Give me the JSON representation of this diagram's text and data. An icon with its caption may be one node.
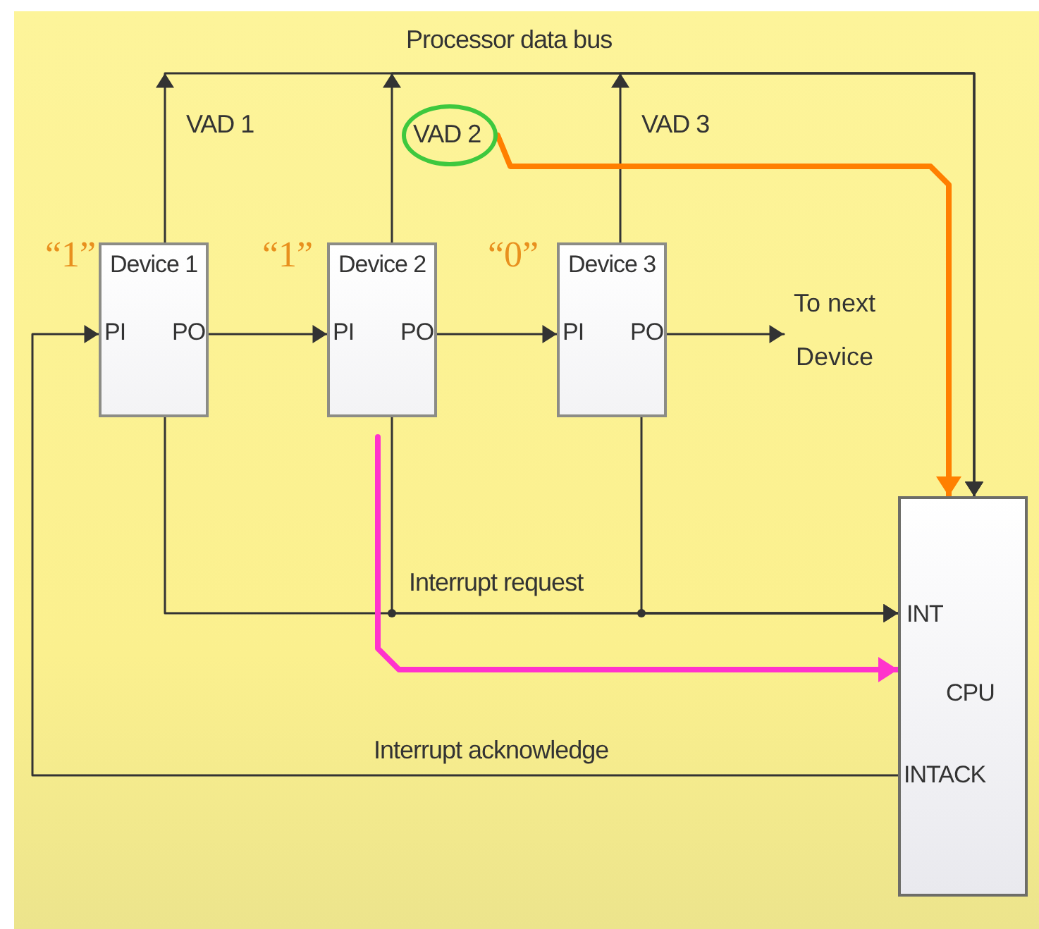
{
  "diagram": {
    "nodes": [
      {
        "text": [
          "Device 1",
          "PI",
          "PO"
        ],
        "beside": [
          "“1”"
        ]
      },
      {
        "text": [
          "Device 2",
          "PI",
          "PO"
        ],
        "beside": [
          "“1”"
        ]
      },
      {
        "text": [
          "Device 3",
          "PI",
          "PO"
        ],
        "beside": [
          "“0”"
        ]
      },
      {
        "text": [
          "INT",
          "CPU",
          "INTACK"
        ]
      },
      {
        "text": [
          "To next Device"
        ]
      },
      {
        "text": [
          "VAD 2"
        ]
      }
    ],
    "edges": [
      {
        "from": 0,
        "to": 1,
        "arrow": "to"
      },
      {
        "from": 1,
        "to": 2,
        "arrow": "to"
      },
      {
        "from": 2,
        "to": 4,
        "arrow": "to"
      },
      {
        "from": 0,
        "to": 3,
        "arrow": "to",
        "label": "VAD 1"
      },
      {
        "from": 1,
        "to": 3,
        "arrow": "to"
      },
      {
        "from": 2,
        "to": 3,
        "arrow": "to",
        "label": "VAD 3"
      },
      {
        "from": 0,
        "to": 3,
        "arrow": "to",
        "label": "Interrupt request"
      },
      {
        "from": 1,
        "to": 3,
        "arrow": "to"
      },
      {
        "from": 2,
        "to": 3,
        "arrow": "to"
      },
      {
        "from": 3,
        "to": 0,
        "arrow": "to",
        "label": "Interrupt acknowledge"
      },
      {
        "from": 5,
        "to": 3,
        "arrow": "to",
        "style": "thick",
        "color": "#ff7f00"
      },
      {
        "from": null,
        "to": 3,
        "arrow": "to",
        "style": "thick",
        "color": "#ff33cc"
      }
    ],
    "labels": [
      "Processor data bus"
    ]
  }
}
